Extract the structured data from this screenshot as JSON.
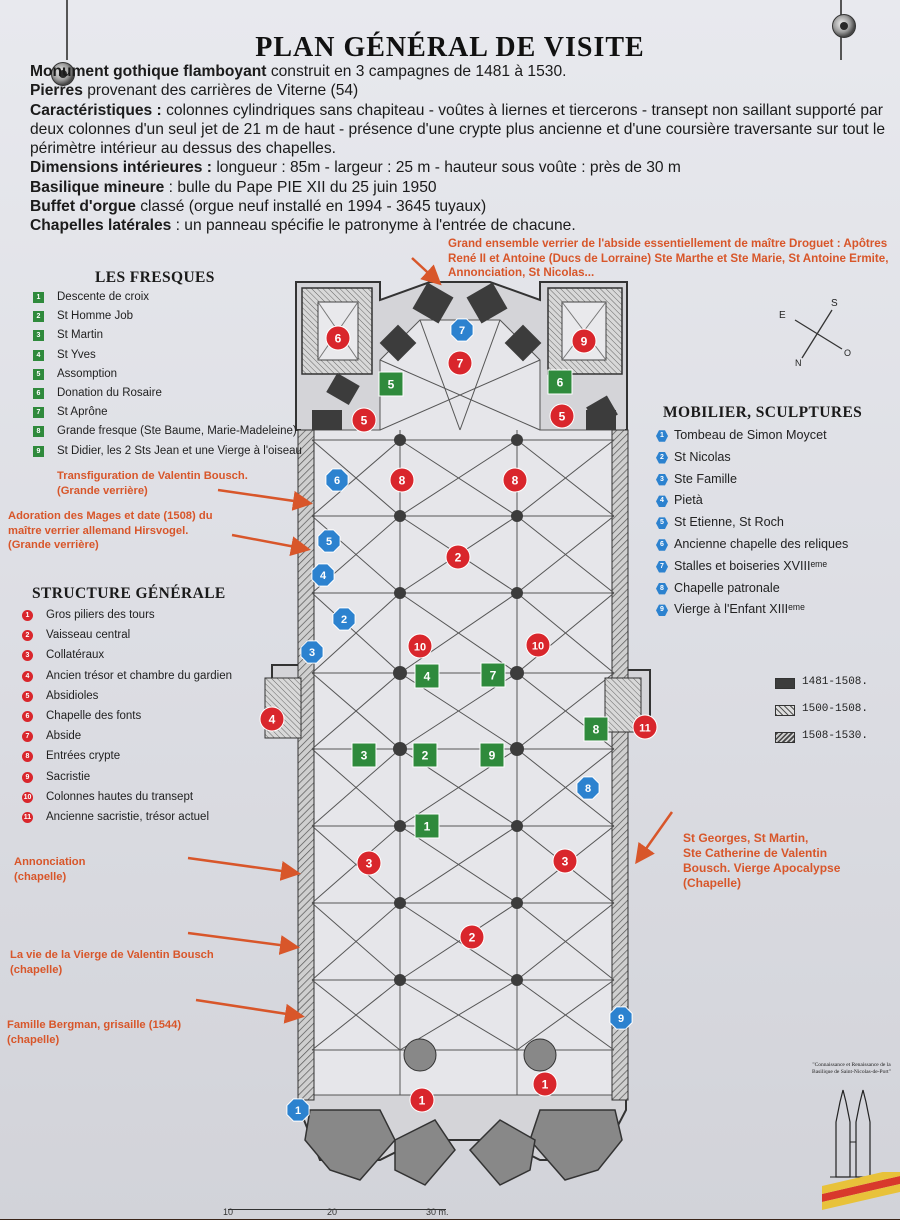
{
  "title": "PLAN GÉNÉRAL DE VISITE",
  "intro": [
    {
      "bold": "Monument gothique flamboyant",
      "text": " construit en 3 campagnes de 1481 à 1530."
    },
    {
      "bold": "Pierres",
      "text": " provenant des carrières de Viterne (54)"
    },
    {
      "bold": "Caractéristiques :",
      "text": " colonnes cylindriques sans chapiteau - voûtes à liernes et tiercerons - transept non saillant supporté par deux colonnes d'un seul jet de 21 m de haut  - présence d'une crypte plus ancienne et d'une coursière traversante sur tout le périmètre intérieur au dessus des chapelles."
    },
    {
      "bold": "Dimensions intérieures :",
      "text": " longueur : 85m - largeur : 25 m - hauteur sous voûte : près de 30 m"
    },
    {
      "bold": "Basilique mineure",
      "text": " : bulle du Pape PIE XII du 25 juin 1950"
    },
    {
      "bold": "Buffet d'orgue",
      "text": " classé (orgue neuf installé en 1994 - 3645 tuyaux)"
    },
    {
      "bold": "Chapelles latérales",
      "text": " : un panneau spécifie le patronyme à l'entrée de chacune."
    }
  ],
  "fresques": {
    "title": "LES FRESQUES",
    "items": [
      {
        "n": "1",
        "label": "Descente de croix"
      },
      {
        "n": "2",
        "label": "St Homme Job"
      },
      {
        "n": "3",
        "label": "St Martin"
      },
      {
        "n": "4",
        "label": "St Yves"
      },
      {
        "n": "5",
        "label": "Assomption"
      },
      {
        "n": "6",
        "label": "Donation du Rosaire"
      },
      {
        "n": "7",
        "label": "St Aprône"
      },
      {
        "n": "8",
        "label": "Grande fresque (Ste Baume, Marie-Madeleine)"
      },
      {
        "n": "9",
        "label": "St Didier, les 2 Sts Jean et une Vierge à l'oiseau"
      }
    ]
  },
  "structure": {
    "title": "STRUCTURE GÉNÉRALE",
    "items": [
      {
        "n": "1",
        "label": "Gros piliers des tours"
      },
      {
        "n": "2",
        "label": "Vaisseau central"
      },
      {
        "n": "3",
        "label": "Collatéraux"
      },
      {
        "n": "4",
        "label": "Ancien trésor et chambre du gardien"
      },
      {
        "n": "5",
        "label": "Absidioles"
      },
      {
        "n": "6",
        "label": "Chapelle des fonts"
      },
      {
        "n": "7",
        "label": "Abside"
      },
      {
        "n": "8",
        "label": "Entrées crypte"
      },
      {
        "n": "9",
        "label": "Sacristie"
      },
      {
        "n": "10",
        "label": "Colonnes hautes du transept"
      },
      {
        "n": "11",
        "label": "Ancienne sacristie, trésor actuel"
      }
    ]
  },
  "mobilier": {
    "title": "MOBILIER, SCULPTURES",
    "items": [
      {
        "n": "1",
        "label": "Tombeau de Simon Moycet"
      },
      {
        "n": "2",
        "label": "St Nicolas"
      },
      {
        "n": "3",
        "label": "Ste Famille"
      },
      {
        "n": "4",
        "label": "Pietà"
      },
      {
        "n": "5",
        "label": "St Etienne, St Roch"
      },
      {
        "n": "6",
        "label": "Ancienne chapelle des reliques"
      },
      {
        "n": "7",
        "label": "Stalles et boiseries XVIIIᵉᵐᵉ"
      },
      {
        "n": "8",
        "label": "Chapelle patronale"
      },
      {
        "n": "9",
        "label": "Vierge à l'Enfant XIIIᵉᵐᵉ"
      }
    ]
  },
  "annotations": {
    "apse": "Grand ensemble verrier  de l'abside essentiellement de maître Droguet : Apôtres René II et Antoine (Ducs de Lorraine) Ste Marthe et Ste Marie, St Antoine Ermite, Annonciation, St Nicolas...",
    "transfiguration": "Transfiguration de Valentin Bousch.\n(Grande verrière)",
    "adoration": "Adoration des Mages et date (1508) du\nmaître verrier allemand Hirsvogel.\n(Grande verrière)",
    "annonciation": "Annonciation\n(chapelle)",
    "vie_vierge": "La vie de la Vierge de Valentin Bousch\n(chapelle)",
    "bergman": "Famille Bergman, grisaille (1544)\n(chapelle)",
    "st_georges": "St Georges, St Martin,\nSte Catherine de Valentin\nBousch. Vierge Apocalypse\n(Chapelle)"
  },
  "compass": {
    "e": "E",
    "s": "S",
    "n": "N",
    "o": "O"
  },
  "dates": [
    "1481-1508.",
    "1500-1508.",
    "1508-1530."
  ],
  "scale": [
    "10",
    "20",
    "30 m."
  ],
  "credit": "\"Connaissance et Renaissance de la Basilique de Saint-Nicolas-de-Port\"",
  "markers": {
    "red": [
      "6",
      "9",
      "7",
      "5",
      "5",
      "8",
      "8",
      "2",
      "10",
      "10",
      "4",
      "11",
      "3",
      "3",
      "2",
      "1",
      "1"
    ],
    "green": [
      "5",
      "6",
      "4",
      "7",
      "3",
      "2",
      "9",
      "8",
      "1"
    ],
    "blue": [
      "7",
      "6",
      "5",
      "4",
      "2",
      "3",
      "8",
      "9",
      "1"
    ]
  },
  "colors": {
    "red": "#d9262c",
    "green": "#2f8a3c",
    "blue": "#2c82cf",
    "annotation": "#d8562a"
  }
}
